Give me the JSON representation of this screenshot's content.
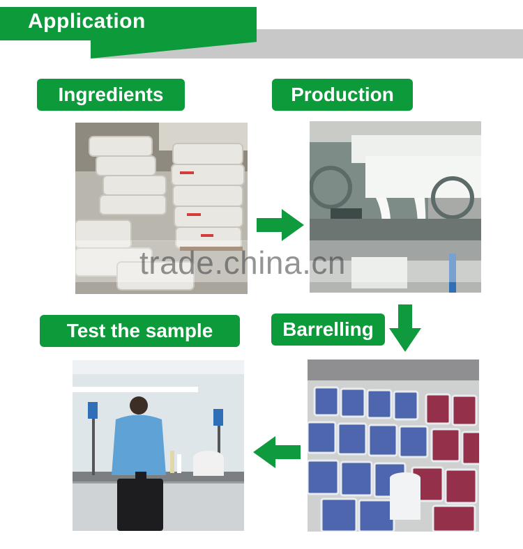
{
  "header": {
    "title": "Application"
  },
  "steps": [
    {
      "label": "Ingredients"
    },
    {
      "label": "Production"
    },
    {
      "label": "Barrelling"
    },
    {
      "label": "Test the sample"
    }
  ],
  "watermark": "trade.china.cn",
  "colors": {
    "brand_green": "#0c9a3b",
    "header_gray": "#c8c8c8"
  },
  "icons": [
    "arrow-right-icon",
    "arrow-down-icon",
    "arrow-left-icon"
  ]
}
